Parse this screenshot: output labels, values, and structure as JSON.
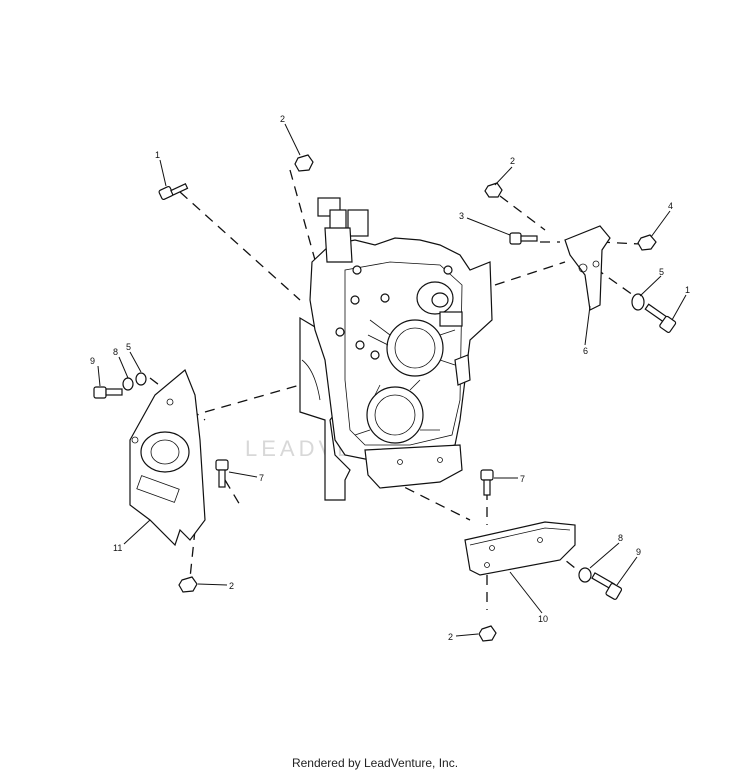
{
  "footer": {
    "text": "Rendered by LeadVenture, Inc."
  },
  "callouts": {
    "c1_top": "1",
    "c2_top": "2",
    "c2_upper_right": "2",
    "c3": "3",
    "c4": "4",
    "c5_right": "5",
    "c1_right": "1",
    "c6": "6",
    "c9_left": "9",
    "c8_left": "8",
    "c5_left": "5",
    "c7_left": "7",
    "c7_right": "7",
    "c11": "11",
    "c2_lower_left": "2",
    "c8_right": "8",
    "c9_right": "9",
    "c10": "10",
    "c2_bottom": "2"
  },
  "colors": {
    "line": "#111111",
    "background": "#ffffff",
    "watermark": "#d8d8d8"
  }
}
